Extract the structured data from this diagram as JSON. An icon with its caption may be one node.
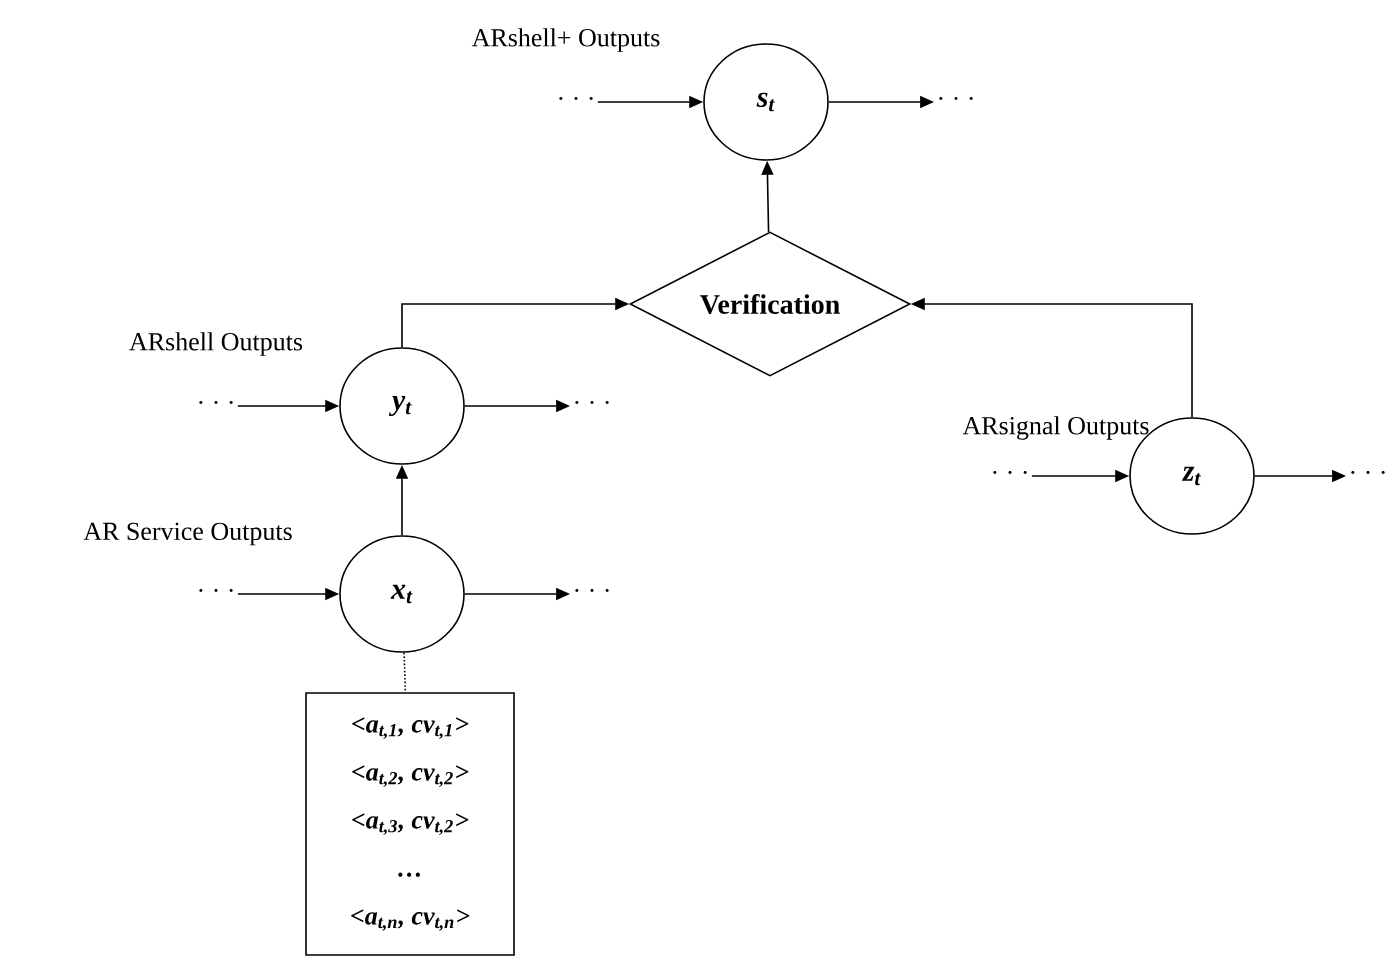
{
  "diagram": {
    "nodes": [
      {
        "text": [
          "· · ·"
        ]
      },
      {
        "text": [
          "s$_{t}$"
        ],
        "beside": [
          "ARshell+ Outputs"
        ]
      },
      {
        "text": [
          "· · ·"
        ]
      },
      {
        "text": [
          "Verification"
        ]
      },
      {
        "text": [
          "· · ·"
        ]
      },
      {
        "text": [
          "y$_{t}$"
        ],
        "beside": [
          "ARshell Outputs"
        ]
      },
      {
        "text": [
          "· · ·"
        ]
      },
      {
        "text": [
          "· · ·"
        ]
      },
      {
        "text": [
          "z$_{t}$"
        ],
        "beside": [
          "ARsignal Outputs"
        ]
      },
      {
        "text": [
          "· · ·"
        ]
      },
      {
        "text": [
          "· · ·"
        ]
      },
      {
        "text": [
          "x$_{t}$"
        ],
        "beside": [
          "AR Service Outputs"
        ]
      },
      {
        "text": [
          "· · ·"
        ]
      },
      {
        "text": [
          "<a$_{t,1}$, cv$_{t,1}$>",
          "<a$_{t,2}$, cv$_{t,2}$>",
          "<a$_{t,3}$, cv$_{t,2}$>",
          "…",
          "<a$_{t,n}$, cv$_{t,n}$>"
        ]
      }
    ],
    "edges": [
      {
        "from": 0,
        "to": 1,
        "arrow": "to"
      },
      {
        "from": 1,
        "to": 2,
        "arrow": "to"
      },
      {
        "from": 3,
        "to": 1,
        "arrow": "to"
      },
      {
        "from": 5,
        "to": 3,
        "arrow": "to"
      },
      {
        "from": 8,
        "to": 3,
        "arrow": "to"
      },
      {
        "from": 4,
        "to": 5,
        "arrow": "to"
      },
      {
        "from": 5,
        "to": 6,
        "arrow": "to"
      },
      {
        "from": 7,
        "to": 8,
        "arrow": "to"
      },
      {
        "from": 8,
        "to": 9,
        "arrow": "to"
      },
      {
        "from": 10,
        "to": 11,
        "arrow": "to"
      },
      {
        "from": 11,
        "to": 12,
        "arrow": "to"
      },
      {
        "from": 11,
        "to": 5,
        "arrow": "to"
      },
      {
        "from": 11,
        "to": 13,
        "arrow": "none",
        "style": "dashed"
      }
    ]
  }
}
